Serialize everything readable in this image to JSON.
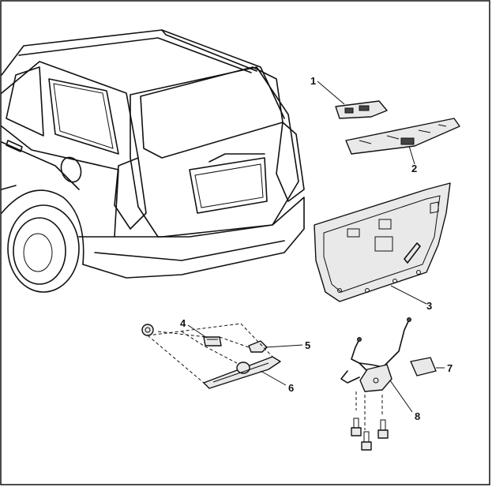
{
  "callouts": {
    "c1": "1",
    "c2": "2",
    "c3": "3",
    "c4": "4",
    "c5": "5",
    "c6": "6",
    "c7": "7",
    "c8": "8"
  },
  "colors": {
    "ink": "#111111",
    "paper": "#ffffff",
    "part_fill": "#e9e9e9"
  }
}
